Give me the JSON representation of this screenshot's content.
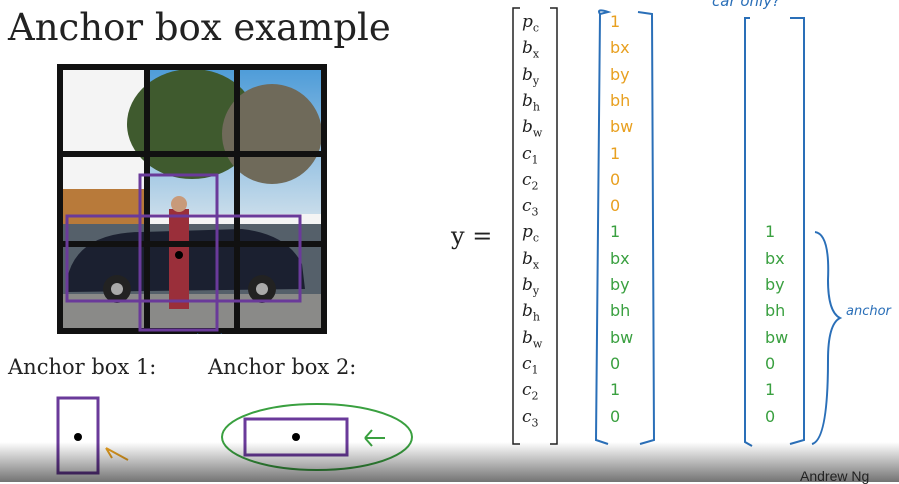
{
  "title": "Anchor box example",
  "anchor_box_1_label": "Anchor box 1:",
  "anchor_box_2_label": "Anchor box 2:",
  "y_label": "y  =",
  "vector_rows": [
    {
      "sym": "p",
      "sub": "c"
    },
    {
      "sym": "b",
      "sub": "x"
    },
    {
      "sym": "b",
      "sub": "y"
    },
    {
      "sym": "b",
      "sub": "h"
    },
    {
      "sym": "b",
      "sub": "w"
    },
    {
      "sym": "c",
      "sub": "1"
    },
    {
      "sym": "c",
      "sub": "2"
    },
    {
      "sym": "c",
      "sub": "3"
    },
    {
      "sym": "p",
      "sub": "c"
    },
    {
      "sym": "b",
      "sub": "x"
    },
    {
      "sym": "b",
      "sub": "y"
    },
    {
      "sym": "b",
      "sub": "h"
    },
    {
      "sym": "b",
      "sub": "w"
    },
    {
      "sym": "c",
      "sub": "1"
    },
    {
      "sym": "c",
      "sub": "2"
    },
    {
      "sym": "c",
      "sub": "3"
    }
  ],
  "column1": {
    "orange": [
      "1",
      "bx",
      "by",
      "bh",
      "bw",
      "1",
      "0",
      "0"
    ],
    "green": [
      "1",
      "bx",
      "by",
      "bh",
      "bw",
      "0",
      "1",
      "0"
    ]
  },
  "column2": {
    "green": [
      "1",
      "bx",
      "by",
      "bh",
      "bw",
      "0",
      "1",
      "0"
    ]
  },
  "note_top": "car only?",
  "note_anchor": "anchor",
  "credit": "Andrew Ng",
  "colors": {
    "orange": "#e8a020",
    "green": "#3aa040",
    "blue": "#2a6fb8",
    "purple": "#6a3a9a"
  }
}
